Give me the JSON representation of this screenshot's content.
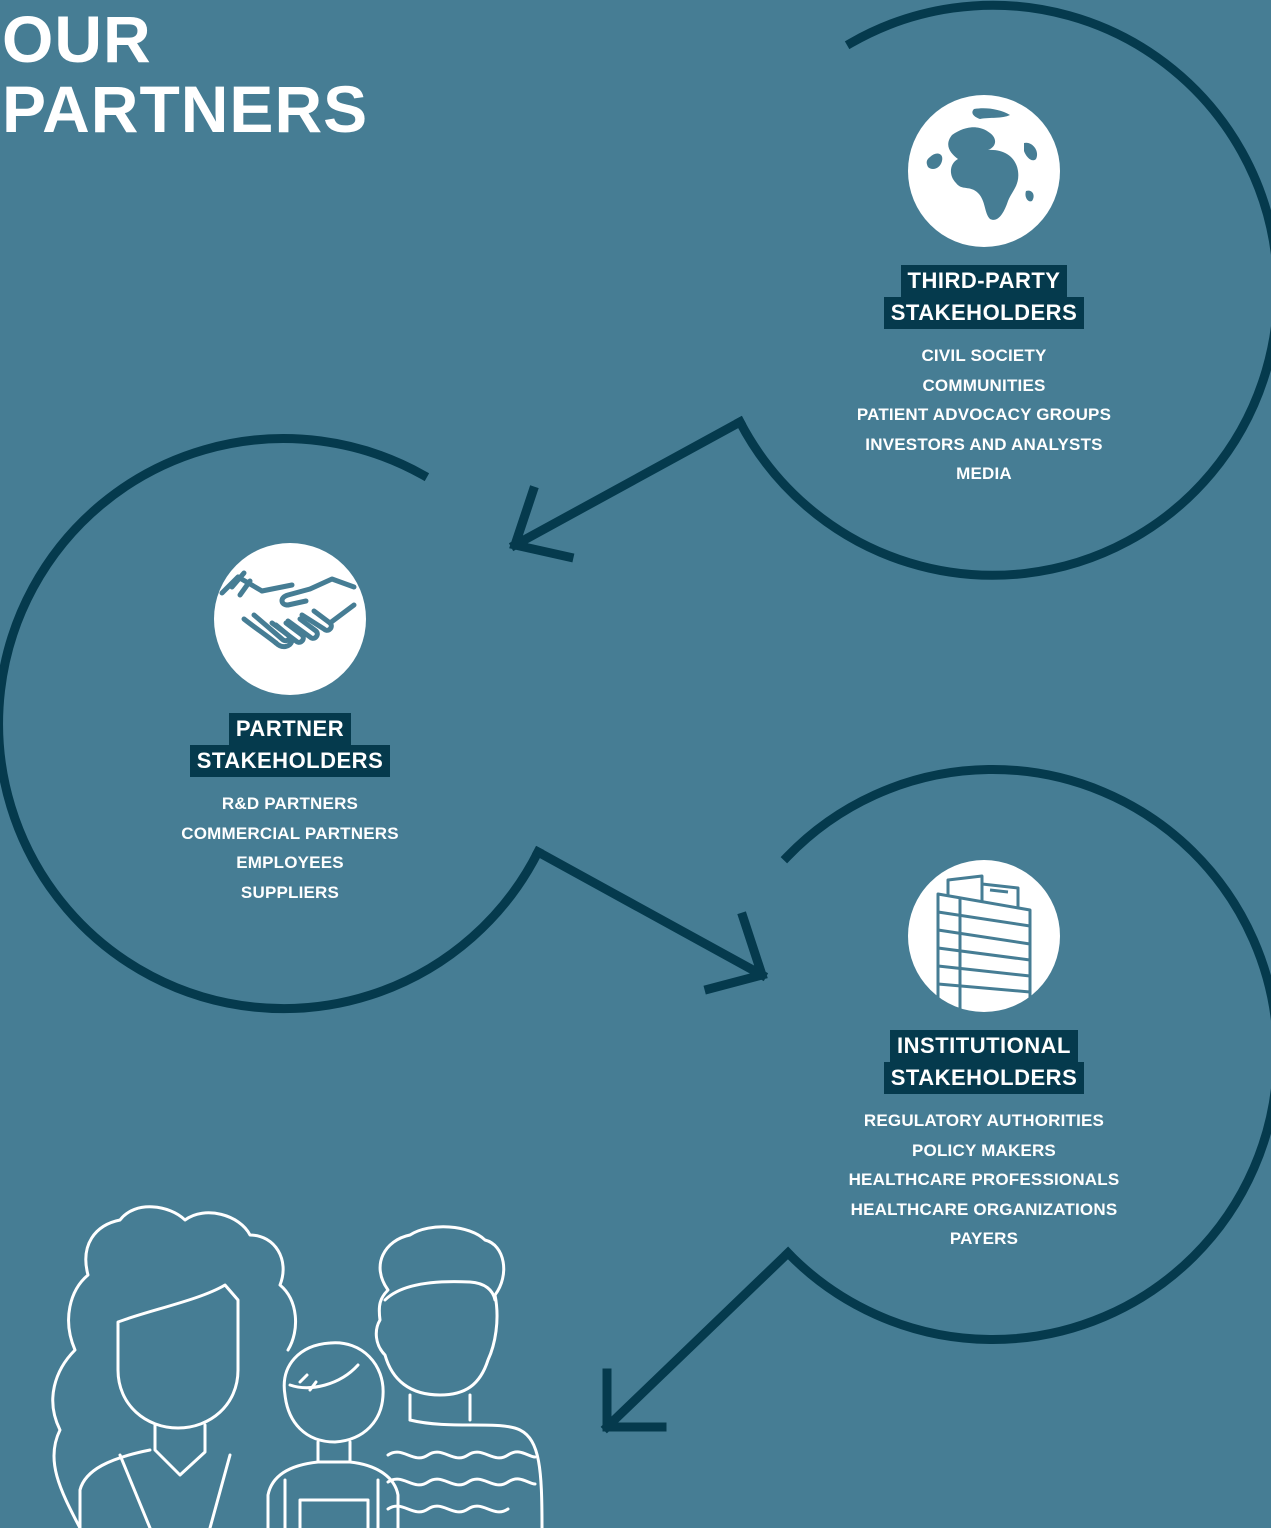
{
  "title": {
    "line1": "OUR",
    "line2": "PARTNERS"
  },
  "colors": {
    "background": "#467d94",
    "arc": "#053a4d",
    "label_bg": "#053a4d",
    "text": "#ffffff"
  },
  "groups": {
    "third_party": {
      "icon": "globe-icon",
      "heading_line1": "THIRD-PARTY",
      "heading_line2": "STAKEHOLDERS",
      "items": [
        "CIVIL SOCIETY",
        "COMMUNITIES",
        "PATIENT ADVOCACY GROUPS",
        "INVESTORS AND ANALYSTS",
        "MEDIA"
      ]
    },
    "partner": {
      "icon": "handshake-icon",
      "heading_line1": "PARTNER",
      "heading_line2": "STAKEHOLDERS",
      "items": [
        "R&D PARTNERS",
        "COMMERCIAL PARTNERS",
        "EMPLOYEES",
        "SUPPLIERS"
      ]
    },
    "institutional": {
      "icon": "building-icon",
      "heading_line1": "INSTITUTIONAL",
      "heading_line2": "STAKEHOLDERS",
      "items": [
        "REGULATORY AUTHORITIES",
        "POLICY MAKERS",
        "HEALTHCARE PROFESSIONALS",
        "HEALTHCARE ORGANIZATIONS",
        "PAYERS"
      ]
    }
  },
  "illustration": "family-icon"
}
